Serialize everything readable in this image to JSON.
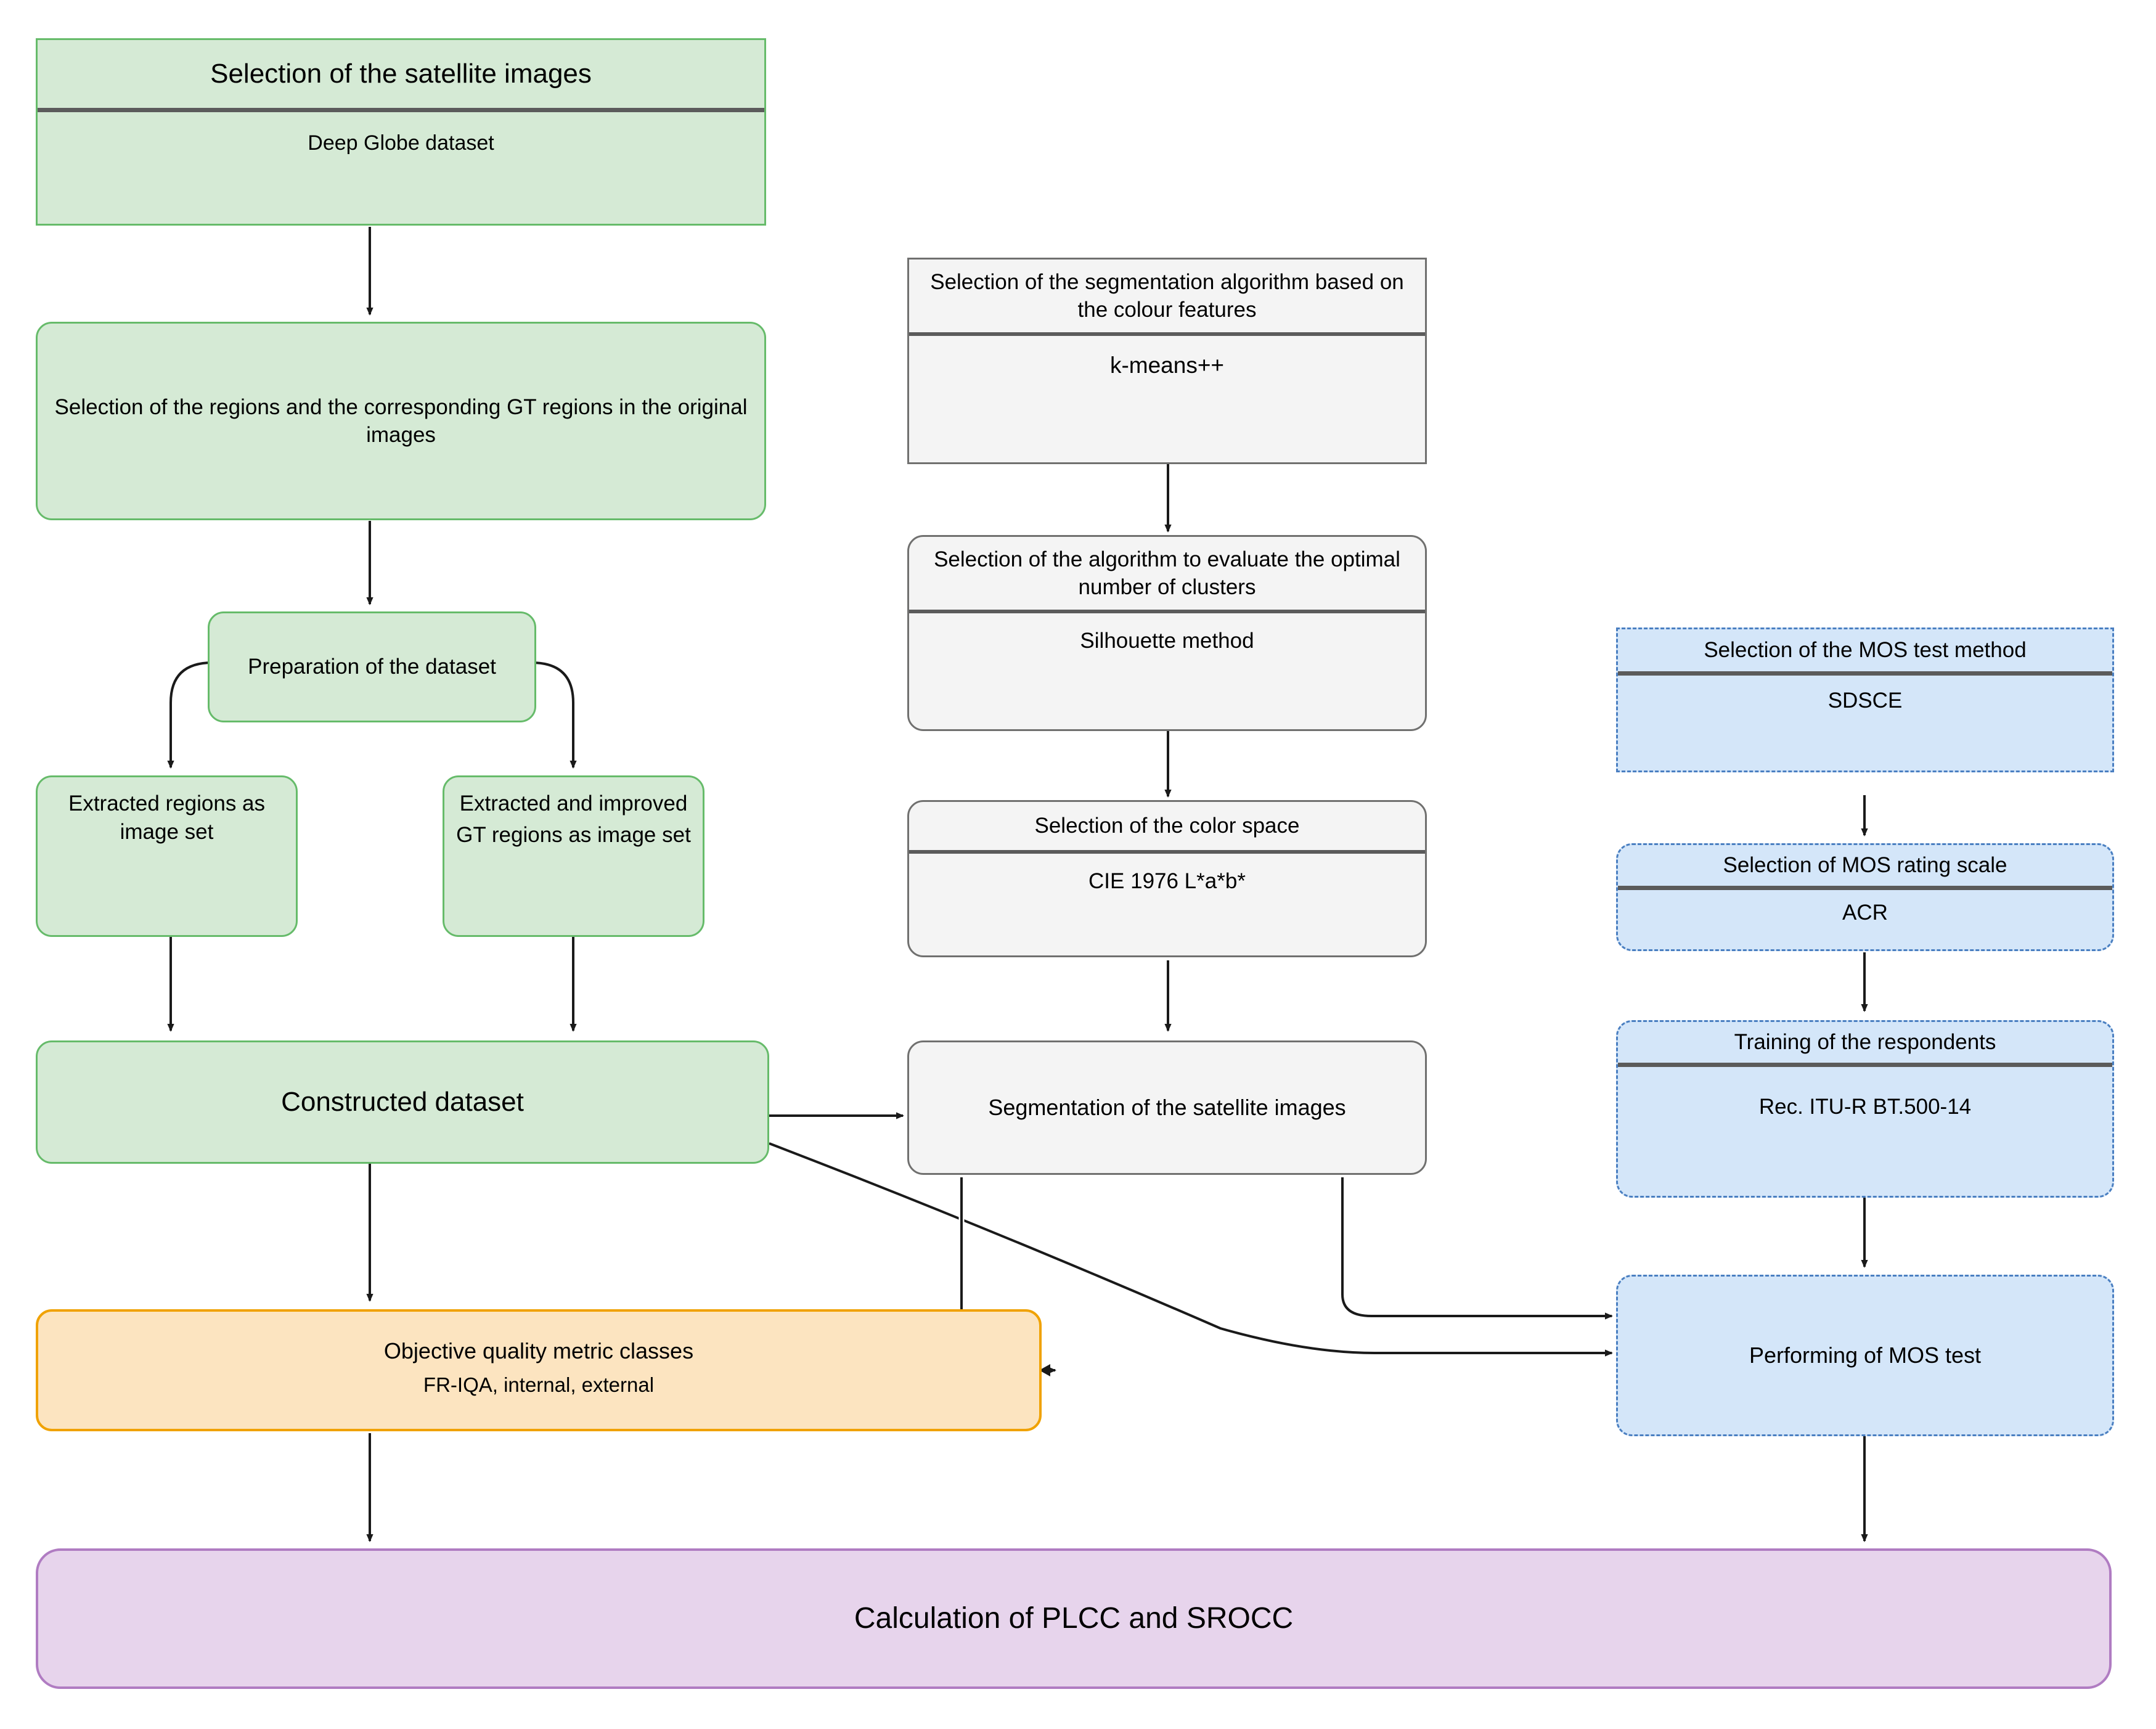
{
  "diagram": {
    "title": "Satellite image segmentation quality evaluation workflow",
    "colors": {
      "green_fill": "#d5ead5",
      "green_stroke": "#66bb6a",
      "grey_fill": "#f4f4f4",
      "grey_stroke": "#70706f",
      "blue_fill": "#d4e6f9",
      "blue_stroke": "#4a7fc1",
      "orange_fill": "#fce4c0",
      "orange_stroke": "#f0a202",
      "purple_fill": "#e7d4ec",
      "purple_stroke": "#b07cc2",
      "divider": "#5b5b5b",
      "arrow": "#1a1a1a"
    },
    "nodes": {
      "dataset_selection": {
        "header": "Selection of  the satellite images",
        "body": "Deep Globe dataset"
      },
      "region_selection": {
        "header": "Selection of the regions and the corresponding GT regions in the original images"
      },
      "dataset_preparation": {
        "header": "Preparation of the dataset"
      },
      "extracted_regions": {
        "header": "Extracted regions as image set"
      },
      "extracted_gt_regions": {
        "header": "Extracted and improved GT regions as image set"
      },
      "constructed_dataset": {
        "header": "Constructed dataset"
      },
      "segmentation_algorithm": {
        "header": "Selection of the segmentation algorithm based on the colour features",
        "body": "k-means++"
      },
      "cluster_algorithm": {
        "header": "Selection of the algorithm to evaluate the optimal number of clusters",
        "body": "Silhouette method"
      },
      "color_space": {
        "header": "Selection of the color space",
        "body": "CIE 1976 L*a*b*"
      },
      "segmentation": {
        "header": "Segmentation of the satellite images"
      },
      "mos_test_method": {
        "header": "Selection of the MOS test method",
        "body": "SDSCE"
      },
      "mos_rating_scale": {
        "header": "Selection of MOS rating scale",
        "body": "ACR"
      },
      "respondent_training": {
        "header": "Training of the respondents",
        "body": "Rec. ITU-R BT.500-14"
      },
      "mos_test": {
        "header": "Performing of MOS test"
      },
      "objective_metrics": {
        "header": "Objective quality metric classes",
        "body": "FR-IQA, internal, external"
      },
      "correlation": {
        "header": "Calculation of PLCC and SROCC"
      }
    }
  }
}
